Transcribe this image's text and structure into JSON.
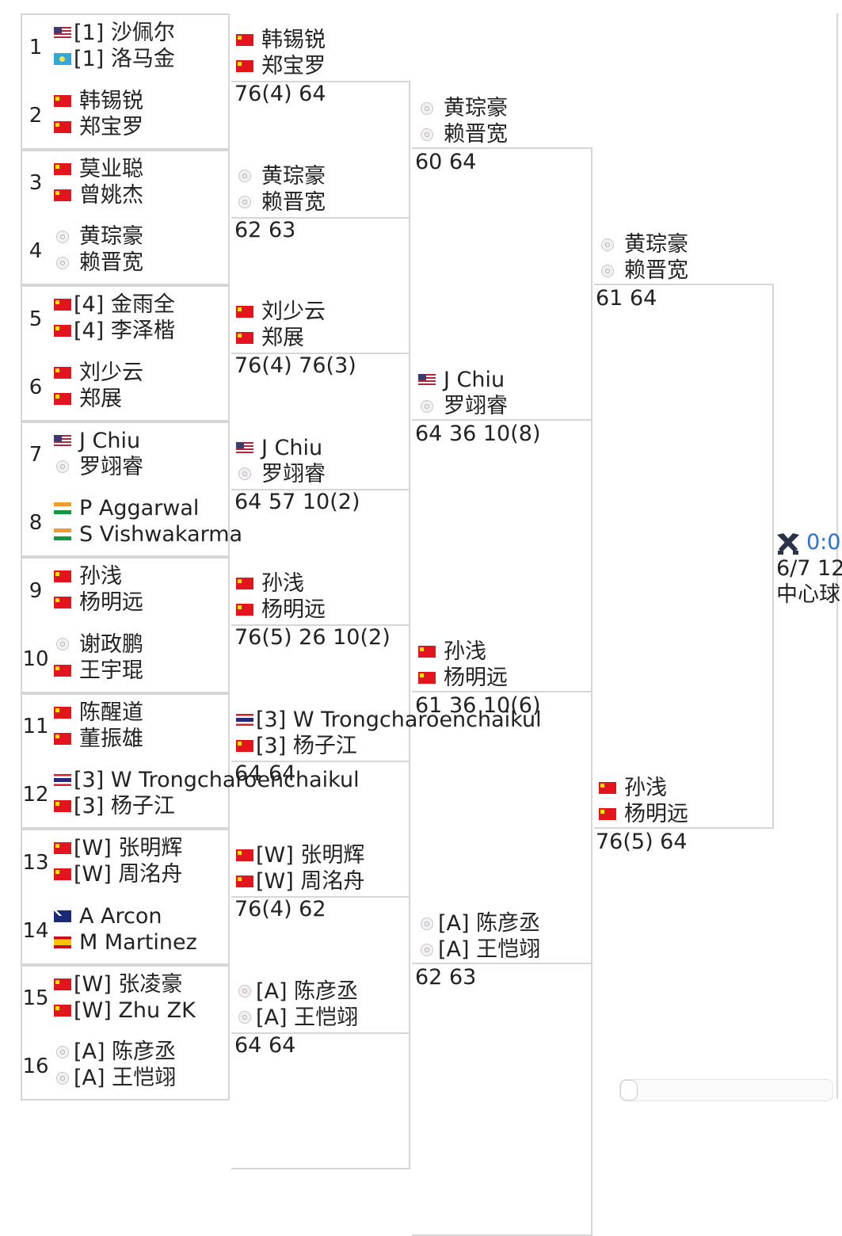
{
  "draw": {
    "seeds": [
      "1",
      "2",
      "3",
      "4",
      "5",
      "6",
      "7",
      "8",
      "9",
      "10",
      "11",
      "12",
      "13",
      "14",
      "15",
      "16"
    ],
    "round1": [
      {
        "players": [
          {
            "flag": "us",
            "name": "[1] 沙佩尔"
          },
          {
            "flag": "kz",
            "name": "[1] 洛马金"
          }
        ]
      },
      {
        "players": [
          {
            "flag": "cn",
            "name": "韩锡锐"
          },
          {
            "flag": "cn",
            "name": "郑宝罗"
          }
        ]
      },
      {
        "players": [
          {
            "flag": "cn",
            "name": "莫业聪"
          },
          {
            "flag": "cn",
            "name": "曾姚杰"
          }
        ]
      },
      {
        "players": [
          {
            "flag": "tpe",
            "name": "黄琮豪"
          },
          {
            "flag": "tpe",
            "name": "赖晋宽"
          }
        ]
      },
      {
        "players": [
          {
            "flag": "cn",
            "name": "[4] 金雨全"
          },
          {
            "flag": "cn",
            "name": "[4] 李泽楷"
          }
        ]
      },
      {
        "players": [
          {
            "flag": "cn",
            "name": "刘少云"
          },
          {
            "flag": "cn",
            "name": "郑展"
          }
        ]
      },
      {
        "players": [
          {
            "flag": "us",
            "name": "J Chiu"
          },
          {
            "flag": "tpe",
            "name": "罗翊睿"
          }
        ]
      },
      {
        "players": [
          {
            "flag": "in",
            "name": "P Aggarwal"
          },
          {
            "flag": "in",
            "name": "S Vishwakarma"
          }
        ]
      },
      {
        "players": [
          {
            "flag": "cn",
            "name": "孙浅"
          },
          {
            "flag": "cn",
            "name": "杨明远"
          }
        ]
      },
      {
        "players": [
          {
            "flag": "tpe",
            "name": "谢政鹏"
          },
          {
            "flag": "cn",
            "name": "王宇琨"
          }
        ]
      },
      {
        "players": [
          {
            "flag": "cn",
            "name": "陈醒道"
          },
          {
            "flag": "cn",
            "name": "董振雄"
          }
        ]
      },
      {
        "players": [
          {
            "flag": "th",
            "name": "[3] W Trongcharoenchaikul"
          },
          {
            "flag": "cn",
            "name": "[3] 杨子江"
          }
        ]
      },
      {
        "players": [
          {
            "flag": "cn",
            "name": "[W] 张明辉"
          },
          {
            "flag": "cn",
            "name": "[W] 周洺舟"
          }
        ]
      },
      {
        "players": [
          {
            "flag": "au",
            "name": "A Arcon"
          },
          {
            "flag": "es",
            "name": "M Martinez"
          }
        ]
      },
      {
        "players": [
          {
            "flag": "cn",
            "name": "[W] 张凌豪"
          },
          {
            "flag": "cn",
            "name": "[W] Zhu ZK"
          }
        ]
      },
      {
        "players": [
          {
            "flag": "tpe",
            "name": "[A] 陈彦丞"
          },
          {
            "flag": "tpe",
            "name": "[A] 王恺翊"
          }
        ]
      }
    ],
    "round2": [
      {
        "players": [
          {
            "flag": "cn",
            "name": "韩锡锐"
          },
          {
            "flag": "cn",
            "name": "郑宝罗"
          }
        ],
        "score": "76(4) 64"
      },
      {
        "players": [
          {
            "flag": "tpe",
            "name": "黄琮豪"
          },
          {
            "flag": "tpe",
            "name": "赖晋宽"
          }
        ],
        "score": "62 63"
      },
      {
        "players": [
          {
            "flag": "cn",
            "name": "刘少云"
          },
          {
            "flag": "cn",
            "name": "郑展"
          }
        ],
        "score": "76(4) 76(3)"
      },
      {
        "players": [
          {
            "flag": "us",
            "name": "J Chiu"
          },
          {
            "flag": "tpe",
            "name": "罗翊睿"
          }
        ],
        "score": "64 57 10(2)"
      },
      {
        "players": [
          {
            "flag": "cn",
            "name": "孙浅"
          },
          {
            "flag": "cn",
            "name": "杨明远"
          }
        ],
        "score": "76(5) 26 10(2)"
      },
      {
        "players": [
          {
            "flag": "th",
            "name": "[3] W Trongcharoenchaikul"
          },
          {
            "flag": "cn",
            "name": "[3] 杨子江"
          }
        ],
        "score": "64 64"
      },
      {
        "players": [
          {
            "flag": "cn",
            "name": "[W] 张明辉"
          },
          {
            "flag": "cn",
            "name": "[W] 周洺舟"
          }
        ],
        "score": "76(4) 62"
      },
      {
        "players": [
          {
            "flag": "tpe",
            "name": "[A] 陈彦丞"
          },
          {
            "flag": "tpe",
            "name": "[A] 王恺翊"
          }
        ],
        "score": "64 64"
      }
    ],
    "quarterfinals": [
      {
        "players": [
          {
            "flag": "tpe",
            "name": "黄琮豪"
          },
          {
            "flag": "tpe",
            "name": "赖晋宽"
          }
        ],
        "score": "60 64"
      },
      {
        "players": [
          {
            "flag": "us",
            "name": "J Chiu"
          },
          {
            "flag": "tpe",
            "name": "罗翊睿"
          }
        ],
        "score": "64 36 10(8)"
      },
      {
        "players": [
          {
            "flag": "cn",
            "name": "孙浅"
          },
          {
            "flag": "cn",
            "name": "杨明远"
          }
        ],
        "score": "61 36 10(6)"
      },
      {
        "players": [
          {
            "flag": "tpe",
            "name": "[A] 陈彦丞"
          },
          {
            "flag": "tpe",
            "name": "[A] 王恺翊"
          }
        ],
        "score": "62 63"
      }
    ],
    "semifinals": [
      {
        "players": [
          {
            "flag": "tpe",
            "name": "黄琮豪"
          },
          {
            "flag": "tpe",
            "name": "赖晋宽"
          }
        ],
        "score": "61 64"
      },
      {
        "players": [
          {
            "flag": "cn",
            "name": "孙浅"
          },
          {
            "flag": "cn",
            "name": "杨明远"
          }
        ],
        "score": "76(5) 64"
      }
    ],
    "final": {
      "icon": "crossed-rackets-icon",
      "score": "0:0",
      "time": "6/7 12",
      "court": "中心球"
    }
  },
  "colors": {
    "line": "#d6d6d6",
    "final_score": "#2f6fd6",
    "text": "#222222"
  }
}
